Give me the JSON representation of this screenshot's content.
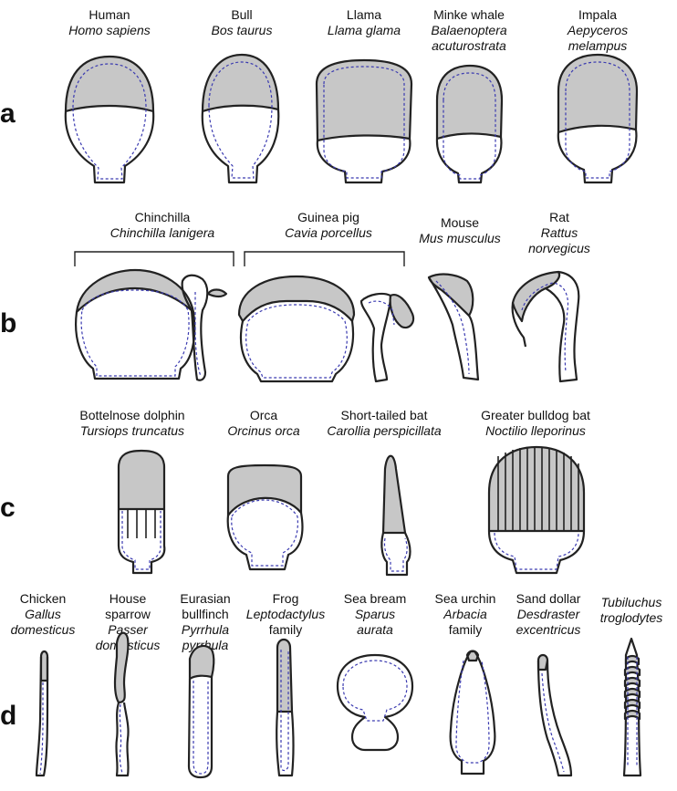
{
  "row_letters": {
    "a": "a",
    "b": "b",
    "c": "c",
    "d": "d"
  },
  "row_a": [
    {
      "common": "Human",
      "scientific": "Homo sapiens"
    },
    {
      "common": "Bull",
      "scientific": "Bos taurus"
    },
    {
      "common": "Llama",
      "scientific": "Llama glama"
    },
    {
      "common": "Minke whale",
      "scientific_1": "Balaenoptera",
      "scientific_2": "acuturostrata"
    },
    {
      "common": "Impala",
      "scientific_1": "Aepyceros",
      "scientific_2": "melampus"
    }
  ],
  "row_b": [
    {
      "common": "Chinchilla",
      "scientific": "Chinchilla lanigera"
    },
    {
      "common": "Guinea pig",
      "scientific": "Cavia porcellus"
    },
    {
      "common": "Mouse",
      "scientific": "Mus musculus"
    },
    {
      "common": "Rat",
      "scientific_1": "Rattus",
      "scientific_2": "norvegicus"
    }
  ],
  "row_c": [
    {
      "common": "Bottelnose dolphin",
      "scientific": "Tursiops truncatus"
    },
    {
      "common": "Orca",
      "scientific": "Orcinus orca"
    },
    {
      "common": "Short-tailed bat",
      "scientific": "Carollia perspicillata"
    },
    {
      "common": "Greater bulldog bat",
      "scientific": "Noctilio lleporinus"
    }
  ],
  "row_d": [
    {
      "common": "Chicken",
      "scientific_1": "Gallus",
      "scientific_2": "domesticus"
    },
    {
      "common_1": "House",
      "common_2": "sparrow",
      "scientific_1": "Passer",
      "scientific_2": "domesticus"
    },
    {
      "common_1": "Eurasian",
      "common_2": "bullfinch",
      "scientific_1": "Pyrrhula",
      "scientific_2": "pyrrhula"
    },
    {
      "common": "Frog",
      "scientific": "Leptodactylus",
      "suffix": "family"
    },
    {
      "common": "Sea bream",
      "scientific_1": "Sparus",
      "scientific_2": "aurata"
    },
    {
      "common": "Sea urchin",
      "scientific": "Arbacia",
      "suffix": "family"
    },
    {
      "common": "Sand dollar",
      "scientific_1": "Desdraster",
      "scientific_2": "excentricus"
    },
    {
      "scientific_1": "Tubiluchus",
      "scientific_2": "troglodytes"
    }
  ],
  "colors": {
    "head_fill": "#c7c7c7",
    "outline": "#222222",
    "inner_dashed": "#3a3ab0"
  }
}
